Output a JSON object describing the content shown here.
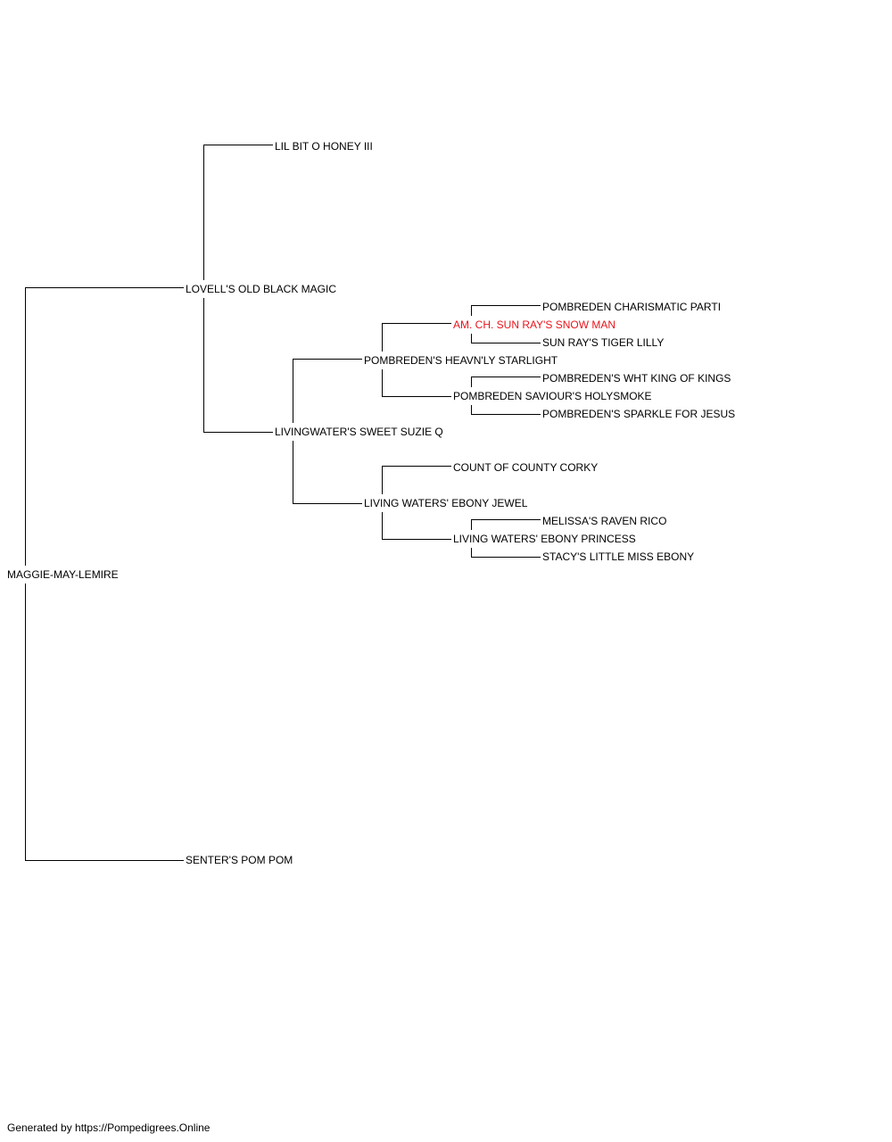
{
  "pedigree": {
    "subject": "MAGGIE-MAY-LEMIRE",
    "sire": "LOVELL'S OLD BLACK MAGIC",
    "dam": "SENTER'S POM POM",
    "sire_sire": "LIL BIT O HONEY III",
    "sire_dam": "LIVINGWATER'S SWEET SUZIE Q",
    "sire_dam_sire": "POMBREDEN'S HEAVN'LY STARLIGHT",
    "sire_dam_dam": "LIVING WATERS' EBONY JEWEL",
    "sire_dam_sire_sire": "AM. CH. SUN RAY'S SNOW MAN",
    "sire_dam_sire_dam": "POMBREDEN SAVIOUR'S HOLYSMOKE",
    "sire_dam_dam_sire": "COUNT OF COUNTY CORKY",
    "sire_dam_dam_dam": "LIVING WATERS' EBONY PRINCESS",
    "sire_dam_sire_sire_sire": "POMBREDEN CHARISMATIC PARTI",
    "sire_dam_sire_sire_dam": "SUN RAY'S TIGER LILLY",
    "sire_dam_sire_dam_sire": "POMBREDEN'S WHT KING OF KINGS",
    "sire_dam_sire_dam_dam": "POMBREDEN'S SPARKLE FOR JESUS",
    "sire_dam_dam_dam_sire": "MELISSA'S RAVEN RICO",
    "sire_dam_dam_dam_dam": "STACY'S LITTLE MISS EBONY"
  },
  "colors": {
    "line": "#000000",
    "highlight": "#e8141b"
  },
  "footer": {
    "text": "Generated by https://Pompedigrees.Online"
  }
}
